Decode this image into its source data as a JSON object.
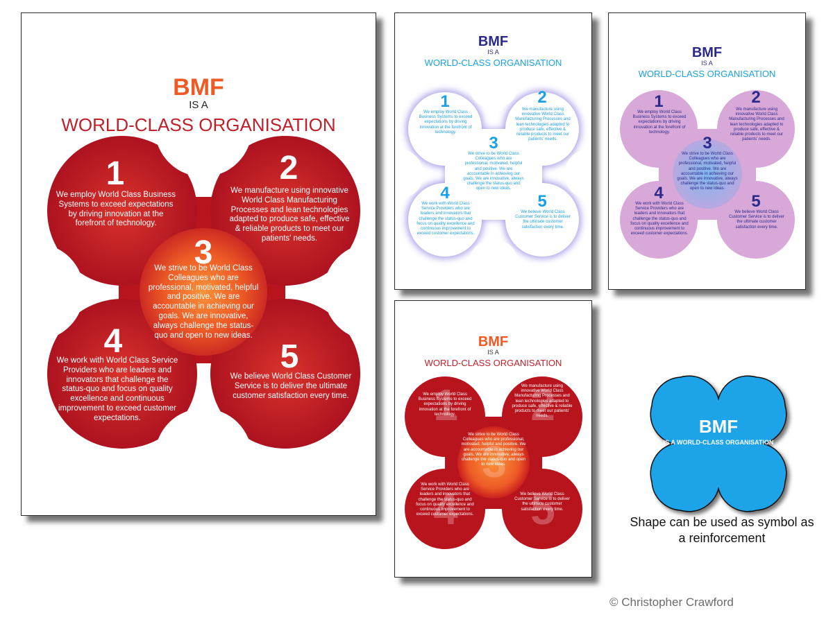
{
  "colors": {
    "brand_orange": "#ef5a24",
    "brand_red": "#c0202a",
    "deep_red": "#b8141e",
    "core_orange": "#f4772e",
    "navy": "#2b2a8a",
    "sky_blue": "#1aa0e6",
    "lilac": "#d8a8d8",
    "badge_blue": "#1aa3e8"
  },
  "heading": {
    "brand": "BMF",
    "connector": "IS A",
    "title": "WORLD-CLASS ORGANISATION"
  },
  "pillars": [
    {
      "number": "1",
      "text": "We employ World Class Business Systems to exceed expectations by driving innovation at the forefront of technology."
    },
    {
      "number": "2",
      "text": "We manufacture using innovative World Class Manufacturing Processes and lean technologies adapted to produce safe, effective & reliable products to meet our patients' needs."
    },
    {
      "number": "3",
      "text": "We strive to be World Class Colleagues who are professional, motivated, helpful and positive. We are accountable in achieving our goals. We are innovative, always challenge the status-quo and open to new ideas."
    },
    {
      "number": "4",
      "text": "We work with World Class Service Providers who are leaders and innovators that challenge the status-quo and focus on quality excellence and continuous improvement to exceed customer expectations."
    },
    {
      "number": "5",
      "text": "We believe World Class Customer Service is to deliver the ultimate customer satisfaction every time."
    }
  ],
  "badge": {
    "brand": "BMF",
    "tagline": "IS A WORLD-CLASS ORGANISATION",
    "icon": "clover-shape-icon"
  },
  "caption": "Shape can be used as symbol as a reinforcement",
  "copyright": "© Christopher Crawford"
}
